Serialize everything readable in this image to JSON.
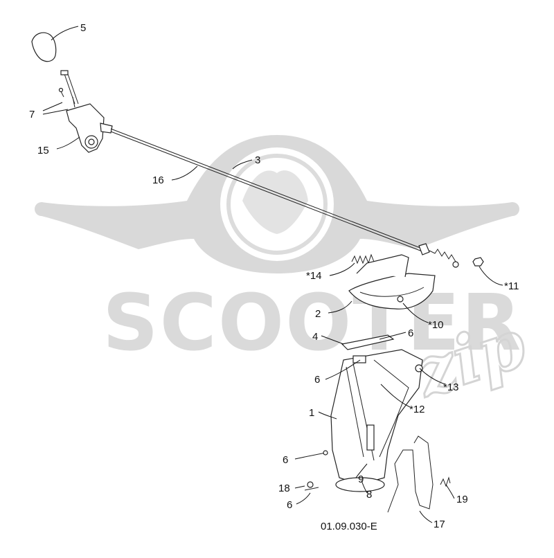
{
  "diagram": {
    "reference_code": "01.09.030-E",
    "watermark": {
      "main": "SCOOTER",
      "accent": "zip"
    },
    "callouts": [
      {
        "id": "c5",
        "text": "5"
      },
      {
        "id": "c7",
        "text": "7"
      },
      {
        "id": "c15",
        "text": "15"
      },
      {
        "id": "c16",
        "text": "16"
      },
      {
        "id": "c3",
        "text": "3"
      },
      {
        "id": "c14",
        "text": "*14"
      },
      {
        "id": "c11",
        "text": "*11"
      },
      {
        "id": "c2",
        "text": "2"
      },
      {
        "id": "c10",
        "text": "*10"
      },
      {
        "id": "c4",
        "text": "4"
      },
      {
        "id": "c6a",
        "text": "6"
      },
      {
        "id": "c6b",
        "text": "6"
      },
      {
        "id": "c13",
        "text": "*13"
      },
      {
        "id": "c12",
        "text": "*12"
      },
      {
        "id": "c1",
        "text": "1"
      },
      {
        "id": "c6c",
        "text": "6"
      },
      {
        "id": "c9",
        "text": "9"
      },
      {
        "id": "c18",
        "text": "18"
      },
      {
        "id": "c8",
        "text": "8"
      },
      {
        "id": "c19",
        "text": "19"
      },
      {
        "id": "c6d",
        "text": "6"
      },
      {
        "id": "c17",
        "text": "17"
      }
    ]
  }
}
